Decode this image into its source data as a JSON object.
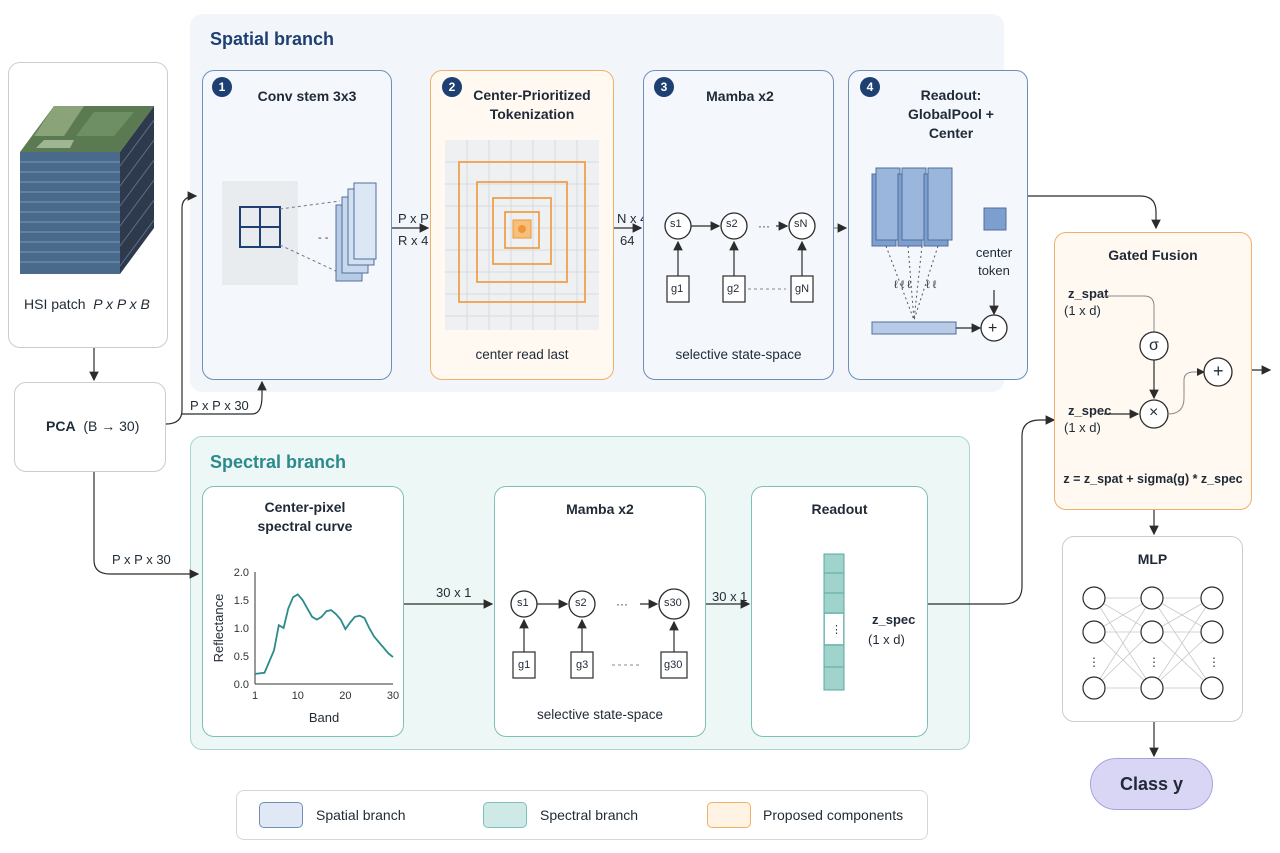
{
  "spatial_branch": {
    "title": "Spatial branch",
    "steps": [
      {
        "num": "1",
        "title": "Conv stem 3x3"
      },
      {
        "num": "2",
        "title": "Center-Prioritized Tokenization",
        "caption": "center read last"
      },
      {
        "num": "3",
        "title": "Mamba x2",
        "caption": "selective state-space"
      },
      {
        "num": "4",
        "title": "Readout: GlobalPool + Center",
        "center_token_label": "center token"
      }
    ],
    "dim_labels": {
      "after_stem": "P x P",
      "after_stem_2": "R x 4",
      "after_tokenization": "N x 4",
      "after_tokenization_2": "64"
    },
    "mamba_states": [
      "s1",
      "s2",
      "sN"
    ],
    "mamba_gates": [
      "g1",
      "g2",
      "gN"
    ]
  },
  "input": {
    "label": "HSI patch",
    "dims": "P x P x B"
  },
  "pca": {
    "label": "PCA",
    "detail": "(B → 30)"
  },
  "pca_to_spatial_label": "P x P x 30",
  "pca_to_spectral_label": "P x P x 30",
  "spectral_branch": {
    "title": "Spectral branch",
    "curve_title": "Center-pixel spectral curve",
    "mamba_title": "Mamba x2",
    "mamba_caption": "selective state-space",
    "readout_title": "Readout",
    "readout_label": "z_spec",
    "readout_dims": "(1 x d)",
    "in_label": "30 x 1",
    "out_label": "30 x 1",
    "mamba_states": [
      "s1",
      "s2",
      "s30"
    ],
    "mamba_gates": [
      "g1",
      "g3",
      "g30"
    ]
  },
  "gated_fusion": {
    "title": "Gated Fusion",
    "z_spat": "z_spat",
    "z_spat_dims": "(1 x d)",
    "z_spec": "z_spec",
    "z_spec_dims": "(1 x d)",
    "sigma": "σ",
    "times": "×",
    "plus": "+",
    "formula": "z = z_spat + sigma(g) * z_spec"
  },
  "mlp": {
    "title": "MLP"
  },
  "output": {
    "label": "Class y"
  },
  "legend": [
    {
      "label": "Spatial branch",
      "color": "#dfe8f4",
      "border": "#6f8fb8"
    },
    {
      "label": "Spectral branch",
      "color": "#cfe9e6",
      "border": "#7fbfbb"
    },
    {
      "label": "Proposed components",
      "color": "#fff3e3",
      "border": "#f0b06a"
    }
  ],
  "chart_data": {
    "type": "line",
    "xlabel": "Band",
    "ylabel": "Reflectance",
    "xlim": [
      1,
      30
    ],
    "ylim": [
      0.0,
      2.0
    ],
    "xticks": [
      "1",
      "10",
      "20",
      "30"
    ],
    "yticks": [
      "0.0",
      "0.5",
      "1.0",
      "1.5",
      "2.0"
    ],
    "x": [
      1,
      3,
      5,
      6,
      7,
      8,
      9,
      10,
      11,
      12,
      13,
      14,
      15,
      16,
      17,
      18,
      19,
      20,
      21,
      22,
      23,
      24,
      25,
      26,
      27,
      28,
      29,
      30
    ],
    "y": [
      0.18,
      0.2,
      0.6,
      1.05,
      1.0,
      1.35,
      1.55,
      1.6,
      1.5,
      1.35,
      1.2,
      1.15,
      1.2,
      1.3,
      1.32,
      1.25,
      1.15,
      0.98,
      1.1,
      1.2,
      1.22,
      1.18,
      1.0,
      0.85,
      0.75,
      0.65,
      0.55,
      0.48
    ],
    "color": "#2a8a8c"
  }
}
